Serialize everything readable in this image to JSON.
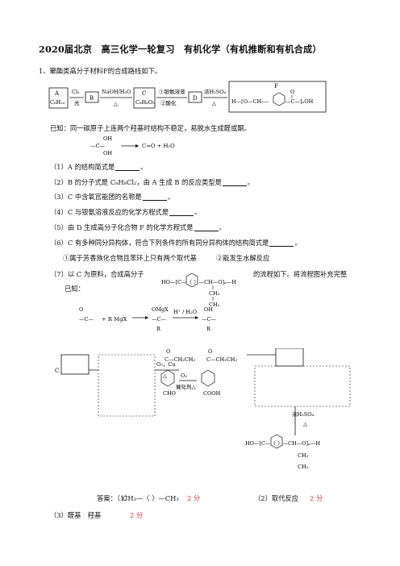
{
  "header": {
    "title": "2020届北京　高三化学一轮复习　有机化学（有机推断和有机合成）"
  },
  "q1": {
    "intro": "1、聚酯类高分子材料F的合成路线如下。"
  },
  "route": {
    "boxA_1": "A",
    "boxA_2": "C₈H₁₀",
    "cl2": "Cl₂",
    "light": "光",
    "boxB": "B",
    "naoh": "NaOH/H₂O",
    "delta1": "△",
    "boxC_1": "C",
    "boxC_2": "C₈H₈O₂",
    "silver": "①银氨溶液",
    "acid": "②酸化",
    "boxD": "D",
    "h2so4": "浓H₂SO₄",
    "delta2": "△",
    "F_label": "F",
    "F_left": "H—[O—CH₂—",
    "F_right": "—C—]ₙOH",
    "F_o": "O"
  },
  "known": {
    "line": "已知：同一碳原子上连两个羟基时结构不稳定，易脱水生成醛或酮。"
  },
  "eq1": {
    "oh": "OH",
    "left_c": "—C—",
    "product": "C=O  +  H₂O"
  },
  "questions": [
    {
      "pre": "（1）A 的结构简式是",
      "post": "。"
    },
    {
      "pre": "（2）B 的分子式是 C₈H₈Cl₂，由 A 生成 B 的反应类型是",
      "post": "。"
    },
    {
      "pre": "（3）C 中含氧官能团的名称是",
      "post": "。"
    },
    {
      "pre": "（4）C 与银氨溶液反应的化学方程式是",
      "post": "。"
    },
    {
      "pre": "（5）由 D 生成高分子化合物 F 的化学方程式是",
      "post": "。"
    },
    {
      "pre": "（6）C 有多种同分异构体，符合下列条件的所有同分异构体的结构简式是",
      "post": "。"
    }
  ],
  "q6cond": {
    "c1": "①属于芳香族化合物且苯环上只有两个取代基",
    "c2": "②能发生水解反应"
  },
  "q7": {
    "pre": "（7）以 C 为原料，合成高分子",
    "post": "的流程如下。将流程图补充完整",
    "known": "已知：",
    "poly": "HO—[C—〈 〉—CH—O]ₙ—H",
    "ch2": "CH₂",
    "ch3": "CH₃"
  },
  "eq2": {
    "reagent": "+ R MgX",
    "omgx": "OMgX",
    "c": "—C—",
    "r": "R",
    "cond": "H⁺ / H₂O",
    "oh": "OH"
  },
  "flow": {
    "c": "C",
    "o2cu": "O₂，Cu",
    "delta": "△",
    "m1_top": "C—CH₂CH₃",
    "m1_bottom": "CHO",
    "o2": "O₂",
    "cat": "催化剂△",
    "m2_top": "C—CH₂CH₃",
    "m2_bottom": "COOH",
    "o": "O",
    "h2so4": "浓H₂SO₄",
    "delta2": "△",
    "product": "HO—[C—〈 〉—CH—O]ₙ—H",
    "ch2": "CH₂",
    "ch3": "CH₃"
  },
  "answers": {
    "label": "答案：（1）",
    "a1": "CH₃—〈 〉—CH₃",
    "score1": "2 分",
    "a2": "（2）取代反应",
    "score2": "2 分",
    "a3": "（3）醛基　羟基",
    "score3": "2 分"
  }
}
